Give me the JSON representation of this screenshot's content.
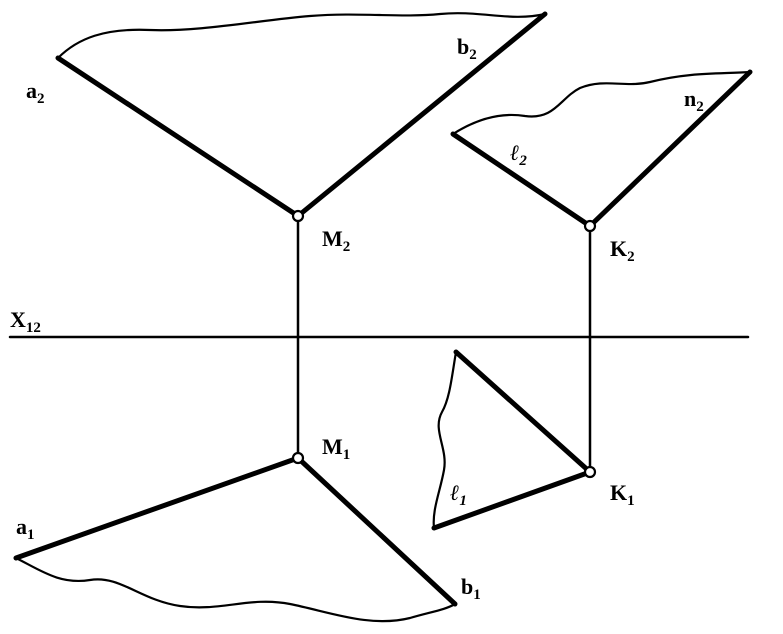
{
  "labels": {
    "a2": {
      "main": "a",
      "sub": "2"
    },
    "b2": {
      "main": "b",
      "sub": "2"
    },
    "n2": {
      "main": "n",
      "sub": "2"
    },
    "l2": {
      "main": "ℓ",
      "sub": "2"
    },
    "M2": {
      "main": "M",
      "sub": "2"
    },
    "K2": {
      "main": "K",
      "sub": "2"
    },
    "X12": {
      "main": "X",
      "sub": "12"
    },
    "M1": {
      "main": "M",
      "sub": "1"
    },
    "K1": {
      "main": "K",
      "sub": "1"
    },
    "l1": {
      "main": "ℓ",
      "sub": "1"
    },
    "a1": {
      "main": "a",
      "sub": "1"
    },
    "b1": {
      "main": "b",
      "sub": "1"
    }
  },
  "colors": {
    "stroke": "#000000",
    "background": "#ffffff"
  }
}
